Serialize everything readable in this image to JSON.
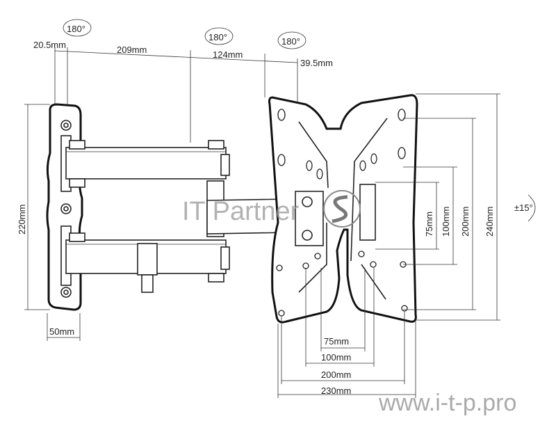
{
  "watermark": {
    "brand": "IT Partner",
    "url": "www.i-t-p.pro"
  },
  "rotation_badges": [
    "180°",
    "180°",
    "180°"
  ],
  "top_dimensions": {
    "offset_left": "20.5mm",
    "arm1": "209mm",
    "arm2": "124mm",
    "offset_right": "39.5mm"
  },
  "left_dimensions": {
    "height": "220mm",
    "width": "50mm"
  },
  "vesa_vertical": {
    "d75": "75mm",
    "d100": "100mm",
    "d200": "200mm",
    "d240": "240mm"
  },
  "vesa_horizontal": {
    "d75": "75mm",
    "d100": "100mm",
    "d200": "200mm",
    "d230": "230mm"
  },
  "tilt": "±15°"
}
